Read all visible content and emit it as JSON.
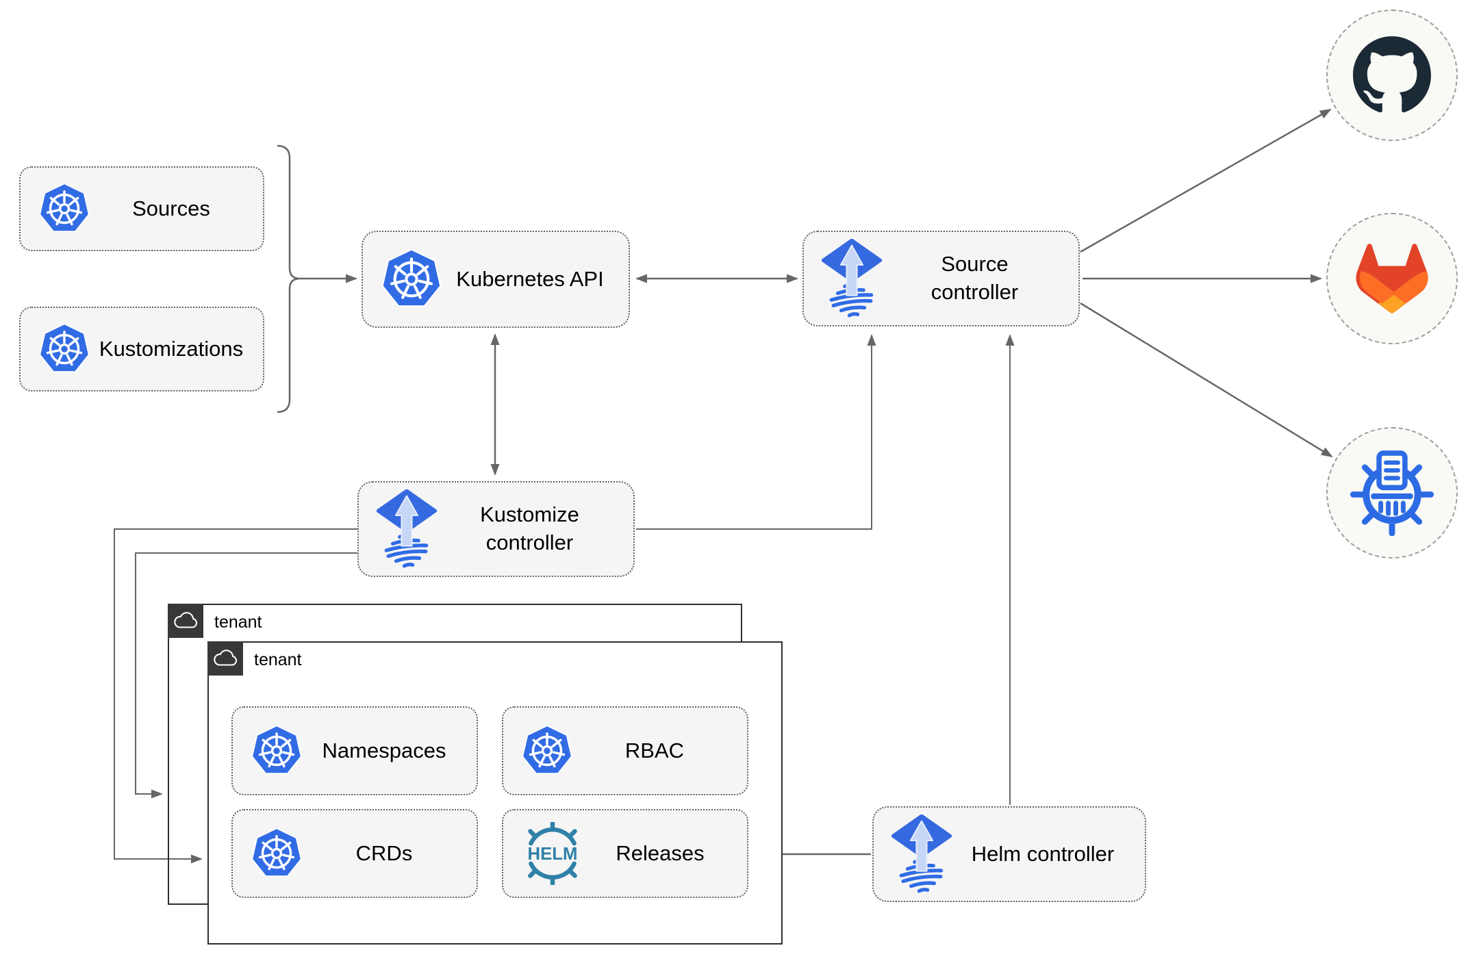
{
  "nodes": {
    "sources": {
      "label": "Sources",
      "icon": "kubernetes-icon"
    },
    "kustomizations": {
      "label": "Kustomizations",
      "icon": "kubernetes-icon"
    },
    "kubernetes_api": {
      "label": "Kubernetes API",
      "icon": "kubernetes-icon"
    },
    "source_controller": {
      "label": "Source controller",
      "icon": "flux-icon"
    },
    "kustomize_controller": {
      "label": "Kustomize controller",
      "icon": "flux-icon"
    },
    "helm_controller": {
      "label": "Helm controller",
      "icon": "flux-icon"
    },
    "tenant_outer": {
      "label": "tenant",
      "icon": "cloud-icon"
    },
    "tenant_inner": {
      "label": "tenant",
      "icon": "cloud-icon"
    },
    "namespaces": {
      "label": "Namespaces",
      "icon": "kubernetes-icon"
    },
    "rbac": {
      "label": "RBAC",
      "icon": "kubernetes-icon"
    },
    "crds": {
      "label": "CRDs",
      "icon": "kubernetes-icon"
    },
    "releases": {
      "label": "Releases",
      "icon": "helm-icon",
      "icon_text": "HELM"
    },
    "github": {
      "icon": "github-icon"
    },
    "gitlab": {
      "icon": "gitlab-icon"
    },
    "chartmuseum": {
      "icon": "chartmuseum-icon"
    }
  },
  "colors": {
    "background": "#ffffff",
    "node_fill": "#f5f5f5",
    "node_border": "#616161",
    "connector": "#666666",
    "kubernetes_blue": "#326ce5",
    "flux_blue": "#3569e0",
    "flux_stripe_blue": "#2f6ce5",
    "flux_arrow_light": "#c6d6f7",
    "helm_teal": "#2f81a8",
    "github_dark": "#1b2a35",
    "gitlab_red": "#e24329",
    "gitlab_orange": "#fc6d26",
    "gitlab_amber": "#fca326",
    "chartmuseum_blue": "#2c6be4",
    "tenant_border": "#2f2f2f",
    "tenant_tab": "#383838",
    "circle_fill": "#f9f9f6",
    "circle_border": "#9e9e9e"
  }
}
